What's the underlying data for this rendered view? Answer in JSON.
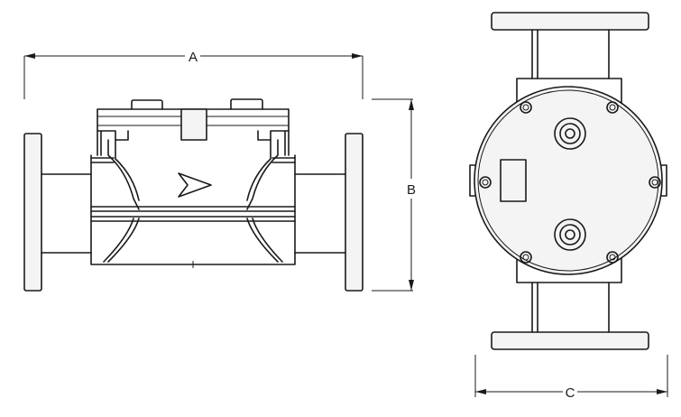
{
  "dimensions": {
    "a_label": "A",
    "b_label": "B",
    "c_label": "C"
  },
  "colors": {
    "line": "#1a1a1a",
    "fill": "#f4f4f4",
    "background": "#ffffff"
  }
}
